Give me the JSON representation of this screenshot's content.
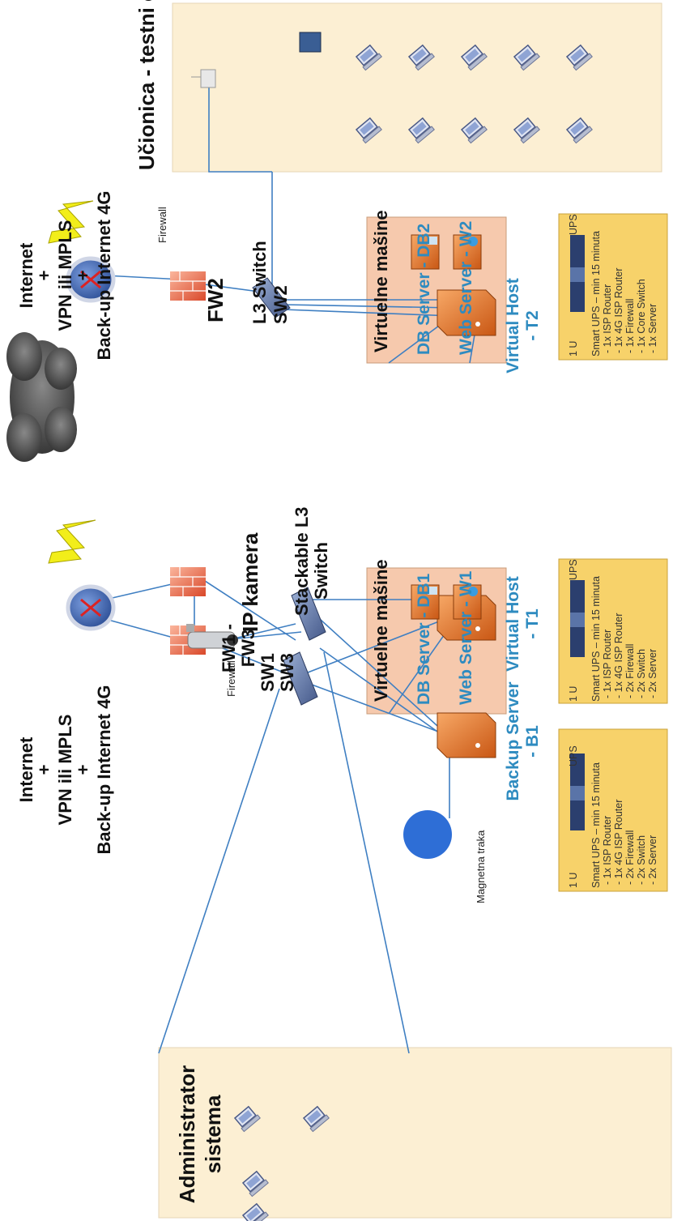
{
  "labels": {
    "classroom": "Učionica - testni centar",
    "internet_right": [
      "Internet",
      "+",
      "VPN ili MPLS",
      "+",
      "Back-up Internet 4G"
    ],
    "internet_left": [
      "Internet",
      "+",
      "VPN ili MPLS",
      "+",
      "Back-up Internet 4G"
    ],
    "firewall_top": "Firewall",
    "firewall_bottom": "Firewall",
    "fw2": "FW2",
    "fw1_fw3": [
      "FW1 -",
      "FW3"
    ],
    "l3_switch": [
      "L3 Switch",
      "SW2"
    ],
    "stackable_switch": [
      "Stackable L3",
      "Switch"
    ],
    "sw1_sw3": [
      "SW1",
      "SW3"
    ],
    "ip_camera": "IP kamera",
    "virtual_machines_1": "Virtuelne mašine",
    "virtual_machines_2": "Virtuelne mašine",
    "db2": "DB Server - DB2",
    "w2": "Web Server - W2",
    "db1": "DB Server - DB1",
    "w1": "Web Server - W1",
    "virtual_host_t2": [
      "Virtual Host",
      "- T2"
    ],
    "virtual_host_t1": [
      "Virtual Host",
      "- T1"
    ],
    "backup_server": [
      "Backup Server",
      "- B1"
    ],
    "magnetic_tape": "Magnetna traka",
    "admin": [
      "Administrator",
      "sistema"
    ]
  },
  "ups_boxes": [
    {
      "u": "1 U",
      "brand": "UPS",
      "lines": [
        "Smart UPS – min 15 minuta",
        "- 1x ISP Router",
        "- 1x 4G ISP Router",
        "- 1x Firewall",
        "- 1x Core Switch",
        "- 1x Server"
      ]
    },
    {
      "u": "1 U",
      "brand": "UPS",
      "lines": [
        "Smart UPS – min 15 minuta",
        "- 1x ISP Router",
        "- 1x 4G ISP Router",
        "- 2x Firewall",
        "- 2x Switch",
        "- 2x Server"
      ]
    },
    {
      "u": "1 U",
      "brand": "UPS",
      "lines": [
        "Smart UPS – min 15 minuta",
        "- 1x ISP Router",
        "- 1x 4G ISP Router",
        "- 2x Firewall",
        "- 2x Switch",
        "- 2x Server"
      ]
    }
  ],
  "colors": {
    "zone": "#fcefd3",
    "vm_box": "#f6c9ad",
    "ups_box": "#f7d26a",
    "server": "#e8782e",
    "firewall": "#ee7755",
    "router": "#3a64b0",
    "line": "#3f7fc2",
    "blue_text": "#2e8bc0"
  }
}
